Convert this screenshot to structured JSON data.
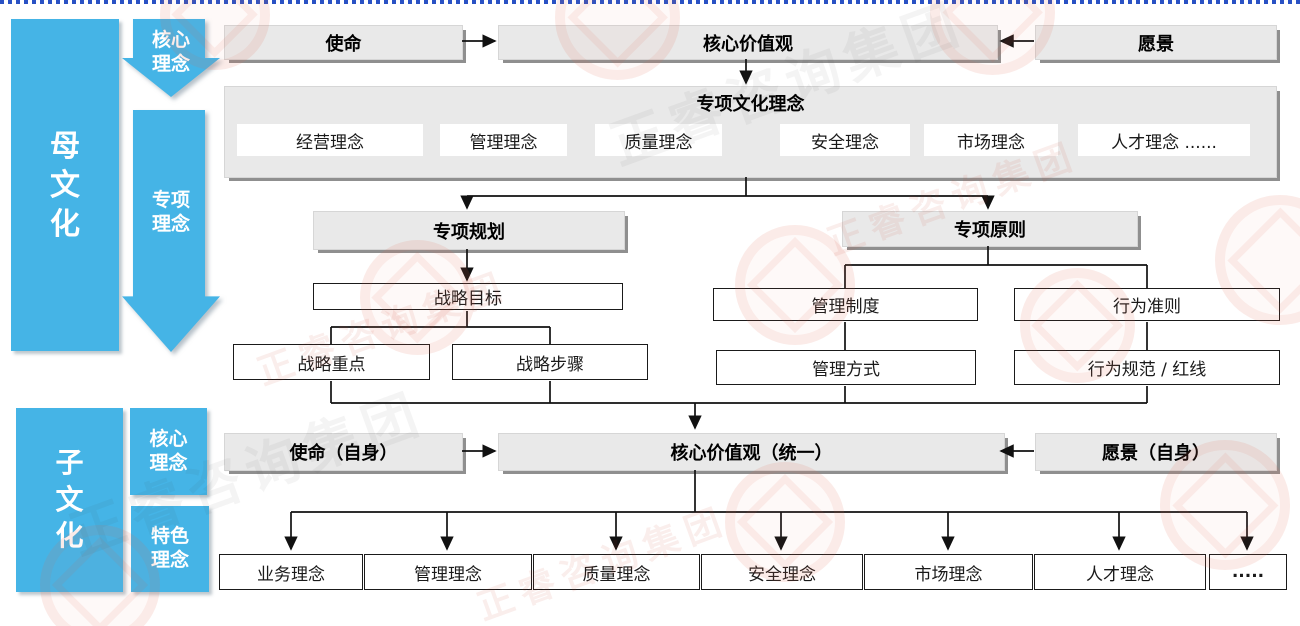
{
  "diagram": {
    "parent_section": {
      "side_label": "母文化",
      "core_arrow_label": "核心理念",
      "special_arrow_label": "专项理念",
      "mission": "使命",
      "core_values": "核心价值观",
      "vision": "愿景",
      "special_culture": {
        "title": "专项文化理念",
        "items": [
          "经营理念",
          "管理理念",
          "质量理念",
          "安全理念",
          "市场理念",
          "人才理念  ......"
        ]
      },
      "planning_branch": {
        "title": "专项规划",
        "goal": "战略目标",
        "children": [
          "战略重点",
          "战略步骤"
        ]
      },
      "principle_branch": {
        "title": "专项原则",
        "items": [
          {
            "label": "管理制度",
            "child": "管理方式"
          },
          {
            "label": "行为准则",
            "child": "行为规范 / 红线"
          }
        ]
      }
    },
    "child_section": {
      "side_label": "子文化",
      "core_tag_label": "核心理念",
      "special_tag_label": "特色理念",
      "mission": "使命（自身）",
      "core_values": "核心价值观（统一）",
      "vision": "愿景（自身）",
      "items": [
        "业务理念",
        "管理理念",
        "质量理念",
        "安全理念",
        "市场理念",
        "人才理念",
        "....."
      ]
    },
    "watermark_text": "正睿咨询集团",
    "colors": {
      "blue": "#45b4e6",
      "box_gray": "#e9e9e9",
      "shadow_gray": "#8f8f8f",
      "separator_blue": "#2a52c4",
      "line_black": "#111111",
      "watermark_red": "#e0543e"
    }
  }
}
